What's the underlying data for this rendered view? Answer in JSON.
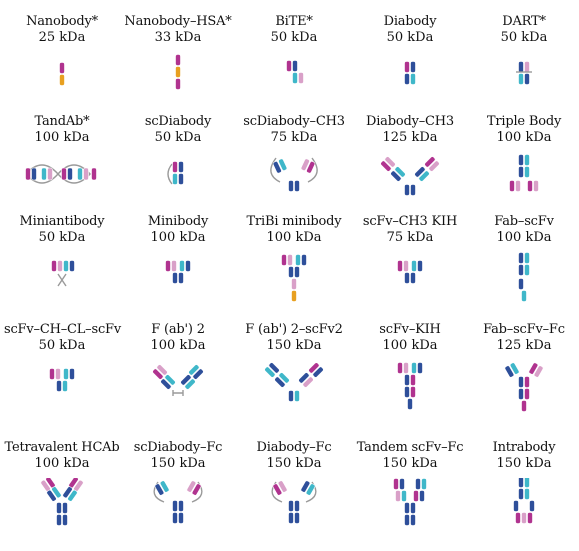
{
  "colors": {
    "navy": "#2e4f9a",
    "cyan": "#3fb7c9",
    "magenta": "#b0338f",
    "pink": "#d9a0c8",
    "orange": "#e8a020",
    "linker": "#9a9a9a"
  },
  "formats": [
    {
      "name": "Nanobody*",
      "mw": "25 kDa",
      "icon": "nanobody-icon"
    },
    {
      "name": "Nanobody–HSA*",
      "mw": "33 kDa",
      "icon": "nanobody-hsa-icon"
    },
    {
      "name": "BiTE*",
      "mw": "50 kDa",
      "icon": "bite-icon"
    },
    {
      "name": "Diabody",
      "mw": "50 kDa",
      "icon": "diabody-icon"
    },
    {
      "name": "DART*",
      "mw": "50 kDa",
      "icon": "dart-icon"
    },
    {
      "name": "TandAb*",
      "mw": "100 kDa",
      "icon": "tandab-icon"
    },
    {
      "name": "scDiabody",
      "mw": "50 kDa",
      "icon": "scdiabody-icon"
    },
    {
      "name": "scDiabody–CH3",
      "mw": "75 kDa",
      "icon": "scdiabody-ch3-icon"
    },
    {
      "name": "Diabody–CH3",
      "mw": "125 kDa",
      "icon": "diabody-ch3-icon"
    },
    {
      "name": "Triple Body",
      "mw": "100 kDa",
      "icon": "triple-body-icon"
    },
    {
      "name": "Miniantibody",
      "mw": "50 kDa",
      "icon": "miniantibody-icon"
    },
    {
      "name": "Minibody",
      "mw": "100 kDa",
      "icon": "minibody-icon"
    },
    {
      "name": "TriBi minibody",
      "mw": "100 kDa",
      "icon": "tribi-minibody-icon"
    },
    {
      "name": "scFv–CH3 KIH",
      "mw": "75 kDa",
      "icon": "scfv-ch3-kih-icon"
    },
    {
      "name": "Fab–scFv",
      "mw": "100 kDa",
      "icon": "fab-scfv-icon"
    },
    {
      "name": "scFv–CH–CL–scFv",
      "mw": "50 kDa",
      "icon": "scfv-ch-cl-scfv-icon"
    },
    {
      "name": "F (ab') 2",
      "mw": "100 kDa",
      "icon": "fab2-icon"
    },
    {
      "name": "F (ab') 2–scFv2",
      "mw": "150 kDa",
      "icon": "fab2-scfv2-icon"
    },
    {
      "name": "scFv–KIH",
      "mw": "100 kDa",
      "icon": "scfv-kih-icon"
    },
    {
      "name": "Fab–scFv–Fc",
      "mw": "125 kDa",
      "icon": "fab-scfv-fc-icon"
    },
    {
      "name": "Tetravalent HCAb",
      "mw": "100 kDa",
      "icon": "tetravalent-hcab-icon"
    },
    {
      "name": "scDiabody–Fc",
      "mw": "150 kDa",
      "icon": "scdiabody-fc-icon"
    },
    {
      "name": "Diabody–Fc",
      "mw": "150 kDa",
      "icon": "diabody-fc-icon"
    },
    {
      "name": "Tandem scFv–Fc",
      "mw": "150 kDa",
      "icon": "tandem-scfv-fc-icon"
    },
    {
      "name": "Intrabody",
      "mw": "150 kDa",
      "icon": "intrabody-icon"
    }
  ]
}
